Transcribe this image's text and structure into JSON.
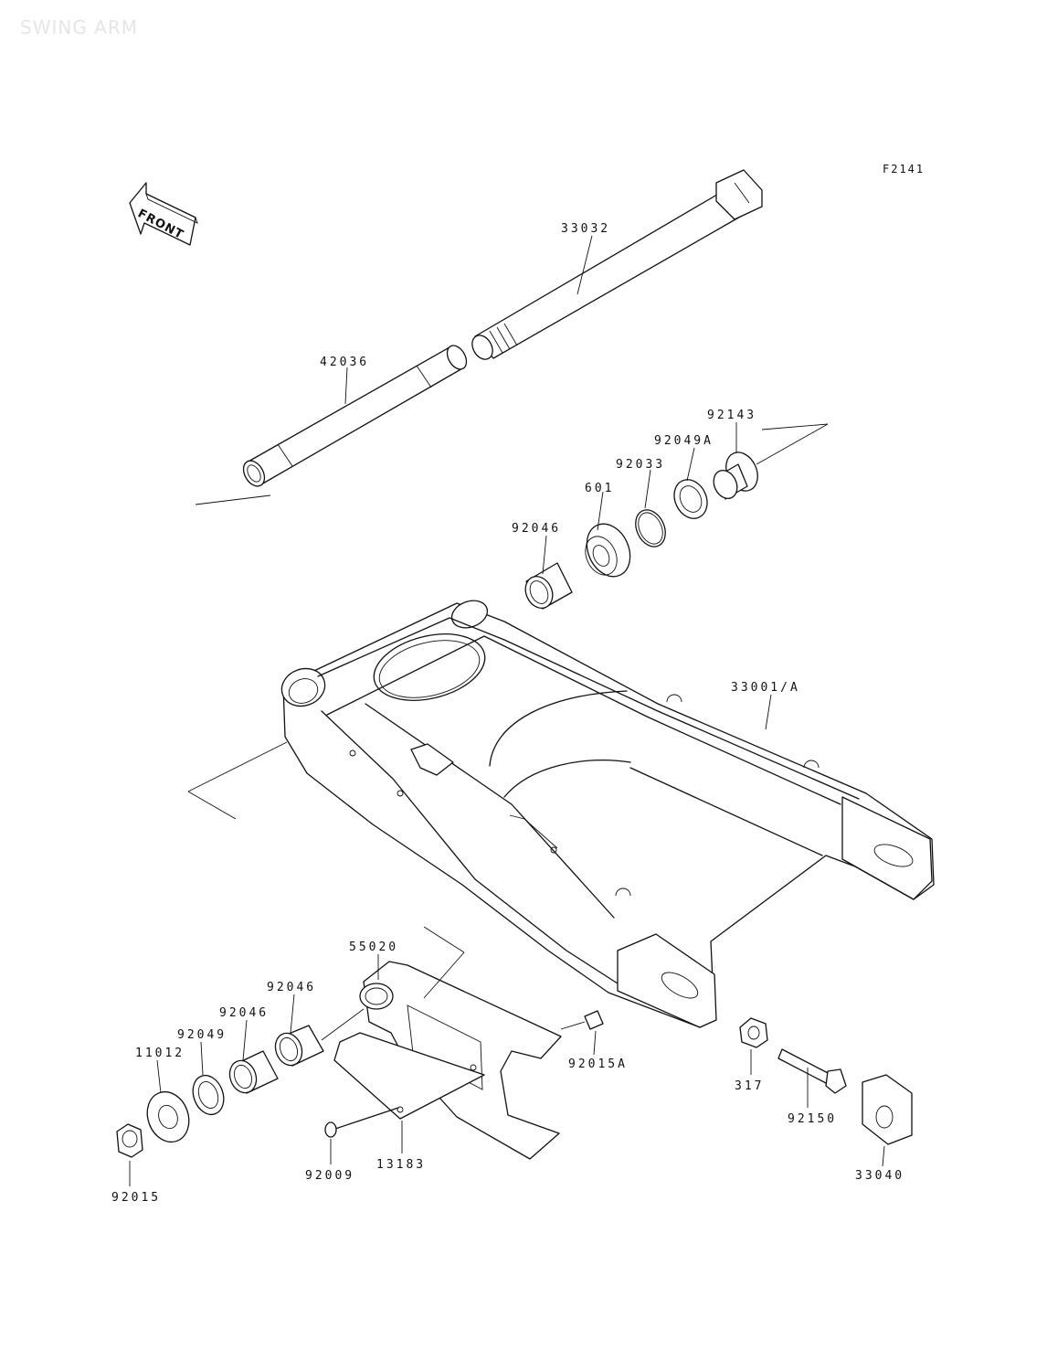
{
  "watermark": "SWING ARM",
  "figure_code": "F2141",
  "front_label": "FRONT",
  "parts": [
    {
      "id": "33032",
      "label": "33032"
    },
    {
      "id": "42036",
      "label": "42036"
    },
    {
      "id": "92143",
      "label": "92143"
    },
    {
      "id": "92049A",
      "label": "92049A"
    },
    {
      "id": "92033",
      "label": "92033"
    },
    {
      "id": "601",
      "label": "601"
    },
    {
      "id": "92046-top",
      "label": "92046"
    },
    {
      "id": "33001A",
      "label": "33001/A"
    },
    {
      "id": "55020",
      "label": "55020"
    },
    {
      "id": "92046-mid",
      "label": "92046"
    },
    {
      "id": "92046-low",
      "label": "92046"
    },
    {
      "id": "92049",
      "label": "92049"
    },
    {
      "id": "11012",
      "label": "11012"
    },
    {
      "id": "92015A",
      "label": "92015A"
    },
    {
      "id": "317",
      "label": "317"
    },
    {
      "id": "92150",
      "label": "92150"
    },
    {
      "id": "13183",
      "label": "13183"
    },
    {
      "id": "92009",
      "label": "92009"
    },
    {
      "id": "33040",
      "label": "33040"
    },
    {
      "id": "92015",
      "label": "92015"
    }
  ]
}
